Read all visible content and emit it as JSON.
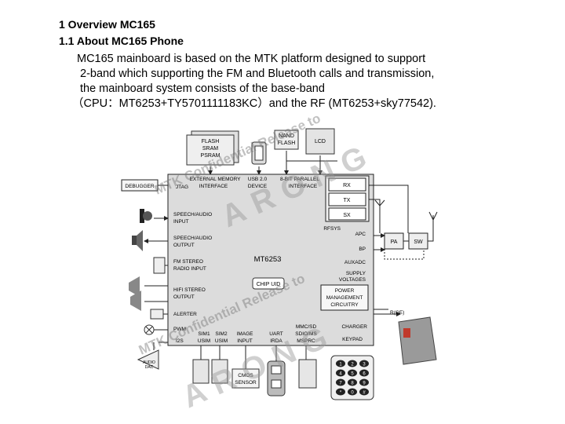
{
  "heading1": "1 Overview MC165",
  "heading2": "1.1 About MC165 Phone",
  "paragraph": [
    "MC165 mainboard is based on the MTK platform designed to support",
    "2-band which supporting the FM and Bluetooth calls and transmission,",
    "the mainboard system consists of the base-band",
    "（CPU：MT6253+TY5701111183KC）and the RF (MT6253+sky77542)."
  ],
  "diagram": {
    "chip": "MT6253",
    "chip_uid": "CHIP UID",
    "flash_sram": [
      "FLASH",
      "SRAM",
      "PSRAM"
    ],
    "nand_flash": [
      "NAND",
      "FLASH"
    ],
    "lcd": "LCD",
    "debugger": "DEBUGGER",
    "jtag": "JTAG",
    "ext_memory_if": [
      "EXTERNAL MEMORY",
      "INTERFACE"
    ],
    "usb_device": [
      "USB 2.0",
      "DEVICE"
    ],
    "parallel_if": [
      "8-BIT PARALLEL",
      "INTERFACE"
    ],
    "rx": "RX",
    "tx": "TX",
    "sx": "SX",
    "rfsys": "RFSYS",
    "apc": "APC",
    "bp": "BP",
    "auxadc": "AUXADC",
    "supply_voltages": [
      "SUPPLY",
      "VOLTAGES"
    ],
    "power_mgmt": [
      "POWER",
      "MANAGEMENT",
      "CIRCUITRY"
    ],
    "charger": "CHARGER",
    "r_label": "R(GE)",
    "keypad": "KEYPAD",
    "pa": "PA",
    "sw": "SW",
    "speech_in": [
      "SPEECH/AUDIO",
      "INPUT"
    ],
    "speech_out": [
      "SPEECH/AUDIO",
      "OUTPUT"
    ],
    "fm_in": [
      "FM STEREO",
      "RADIO INPUT"
    ],
    "hifi_out": [
      "HIFI STEREO",
      "OUTPUT"
    ],
    "alerter": "ALERTER",
    "pwm": "PWM",
    "i2s": "I2S",
    "sim1": [
      "SIM1",
      "USIM"
    ],
    "sim2": [
      "SIM2",
      "USIM"
    ],
    "image_input": [
      "IMAGE",
      "INPUT"
    ],
    "uart_irda": [
      "UART",
      "IRDA"
    ],
    "mmc": [
      "MMC/SD",
      "SDIO/MS",
      "MSPRC"
    ],
    "cmos": [
      "CMOS",
      "SENSOR"
    ],
    "audio_dac": [
      "AUDIO",
      "DAC"
    ],
    "keys": [
      "1",
      "2",
      "3",
      "4",
      "5",
      "6",
      "7",
      "8",
      "9",
      "*",
      "0",
      "#"
    ],
    "watermark_text": [
      "MTK Confidential Release to",
      "MTK Confidential Release to"
    ],
    "watermark_logo": [
      "ARONG",
      "ARONG"
    ]
  }
}
